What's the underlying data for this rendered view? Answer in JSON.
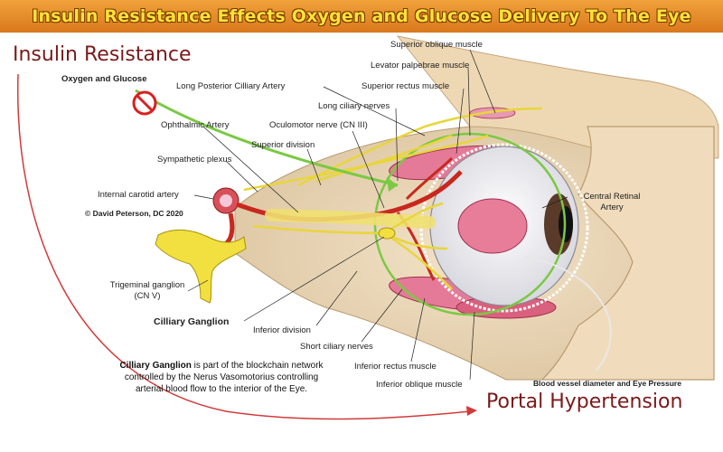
{
  "banner": {
    "title": "Insulin Resistance Effects Oxygen and Glucose Delivery To The Eye"
  },
  "headings": {
    "insulin_resistance": "Insulin Resistance",
    "portal_hypertension": "Portal Hypertension"
  },
  "labels": {
    "oxygen_glucose": "Oxygen and Glucose",
    "long_posterior_ciliary_artery": "Long Posterior Cilliary Artery",
    "superior_oblique_muscle": "Superior oblique muscle",
    "levator_palpebrae_muscle": "Levator palpebrae muscle",
    "superior_rectus_muscle": "Superior rectus muscle",
    "long_ciliary_nerves": "Long ciliary nerves",
    "ophthalmic_artery": "Ophthalmic Artery",
    "oculomotor_nerve": "Oculomotor nerve (CN III)",
    "superior_division": "Superior division",
    "sympathetic_plexus": "Sympathetic plexus",
    "internal_carotid_artery": "Internal carotid artery",
    "copyright": "© David Peterson, DC 2020",
    "central_retinal_artery_line1": "Central Retinal",
    "central_retinal_artery_line2": "Artery",
    "trigeminal_ganglion_line1": "Trigeminal ganglion",
    "trigeminal_ganglion_line2": "(CN V)",
    "ciliary_ganglion": "Cilliary Ganglion",
    "inferior_division": "Inferior division",
    "short_ciliary_nerves": "Short ciliary nerves",
    "inferior_rectus_muscle": "Inferior rectus muscle",
    "inferior_oblique_muscle": "Inferior oblique muscle",
    "blood_vessel_eye_pressure": "Blood vessel diameter and Eye Pressure"
  },
  "note": {
    "bold": "Cilliary Ganglion",
    "line1_rest": " is part of the blockchain network",
    "line2": "controlled by the Nerus Vasomotorius controlling",
    "line3": "arterial blood flow to the interior of the Eye."
  },
  "colors": {
    "banner": "#e08a28",
    "banner_text": "#ffe23a",
    "heading_text": "#7a1a1a",
    "green_arrow": "#7ac943",
    "artery_red": "#c8281e",
    "nerve_yellow": "#e8d63a",
    "muscle_pink": "#e06a8a",
    "arrow_red": "#d23a3a"
  },
  "icons": [
    "prohibited-icon"
  ]
}
